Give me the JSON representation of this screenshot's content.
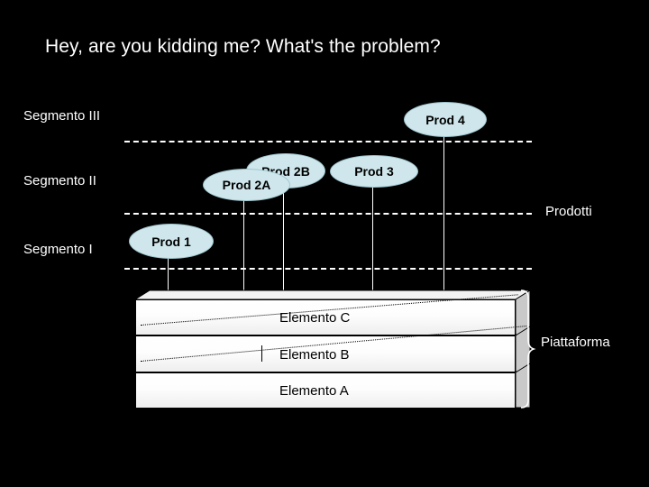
{
  "slide": {
    "title": "Hey, are you kidding me? What's the problem?",
    "background_color": "#000000",
    "text_color": "#ffffff"
  },
  "segments": [
    {
      "label": "Segmento III"
    },
    {
      "label": "Segmento II"
    },
    {
      "label": "Segmento I"
    }
  ],
  "products": [
    {
      "label": "Prod 1",
      "fill_color": "#cfe7ec"
    },
    {
      "label": "Prod 2A",
      "fill_color": "#cfe7ec"
    },
    {
      "label": "Prod 2B",
      "fill_color": "#cfe7ec"
    },
    {
      "label": "Prod 3",
      "fill_color": "#cfe7ec"
    },
    {
      "label": "Prod 4",
      "fill_color": "#cfe7ec"
    }
  ],
  "platform": {
    "elements": [
      {
        "label": "Elemento C"
      },
      {
        "label": "Elemento B"
      },
      {
        "label": "Elemento A"
      }
    ],
    "brace_label": "Piattaforma"
  },
  "side_labels": {
    "products": "Prodotti",
    "platform": "Piattaforma"
  }
}
